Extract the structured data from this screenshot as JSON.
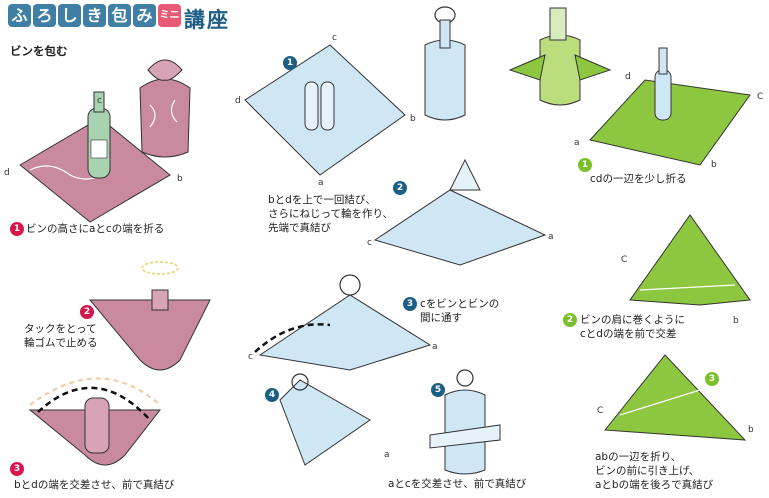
{
  "header": {
    "title_boxes": [
      "ふ",
      "ろ",
      "し",
      "き",
      "包",
      "み"
    ],
    "mini": "ミニ",
    "kanji": [
      "講",
      "座"
    ],
    "subtitle": "ビンを包む"
  },
  "colors": {
    "pink_cloth": "#c98aa0",
    "blue_cloth": "#cfe6f5",
    "green_cloth": "#8dc63f",
    "bottle_green": "#a7d3b0",
    "accent_pink": "#d8164e",
    "accent_blue": "#1c5f86"
  },
  "corner_labels": {
    "a": "a",
    "b": "b",
    "c": "c",
    "d": "d",
    "C": "C"
  },
  "steps": {
    "pink1": {
      "num": "1",
      "caption": "ビンの高さにaとcの端を折る"
    },
    "pink2": {
      "num": "2",
      "caption_l1": "タックをとって",
      "caption_l2": "輪ゴムで止める"
    },
    "pink3": {
      "num": "3",
      "caption": "bとdの端を交差させ、前で真結び"
    },
    "blue1": {
      "num": "1",
      "caption_l1": "bとdを上で一回結び、",
      "caption_l2": "さらにねじって輪を作り、",
      "caption_l3": "先端で真結び"
    },
    "blue2": {
      "num": "2"
    },
    "blue3": {
      "num": "3",
      "caption_l1": "cをビンとビンの",
      "caption_l2": "間に通す"
    },
    "blue4": {
      "num": "4"
    },
    "blue5": {
      "num": "5",
      "caption": "aとcを交差させ、前で真結び"
    },
    "green1": {
      "num": "1",
      "caption": "cdの一辺を少し折る"
    },
    "green2": {
      "num": "2",
      "caption_l1": "ビンの肩に巻くように",
      "caption_l2": "cとdの端を前で交差"
    },
    "green3": {
      "num": "3",
      "caption_l1": "abの一辺を折り、",
      "caption_l2": "ビンの前に引き上げ、",
      "caption_l3": "aとbの端を後ろで真結び"
    }
  }
}
